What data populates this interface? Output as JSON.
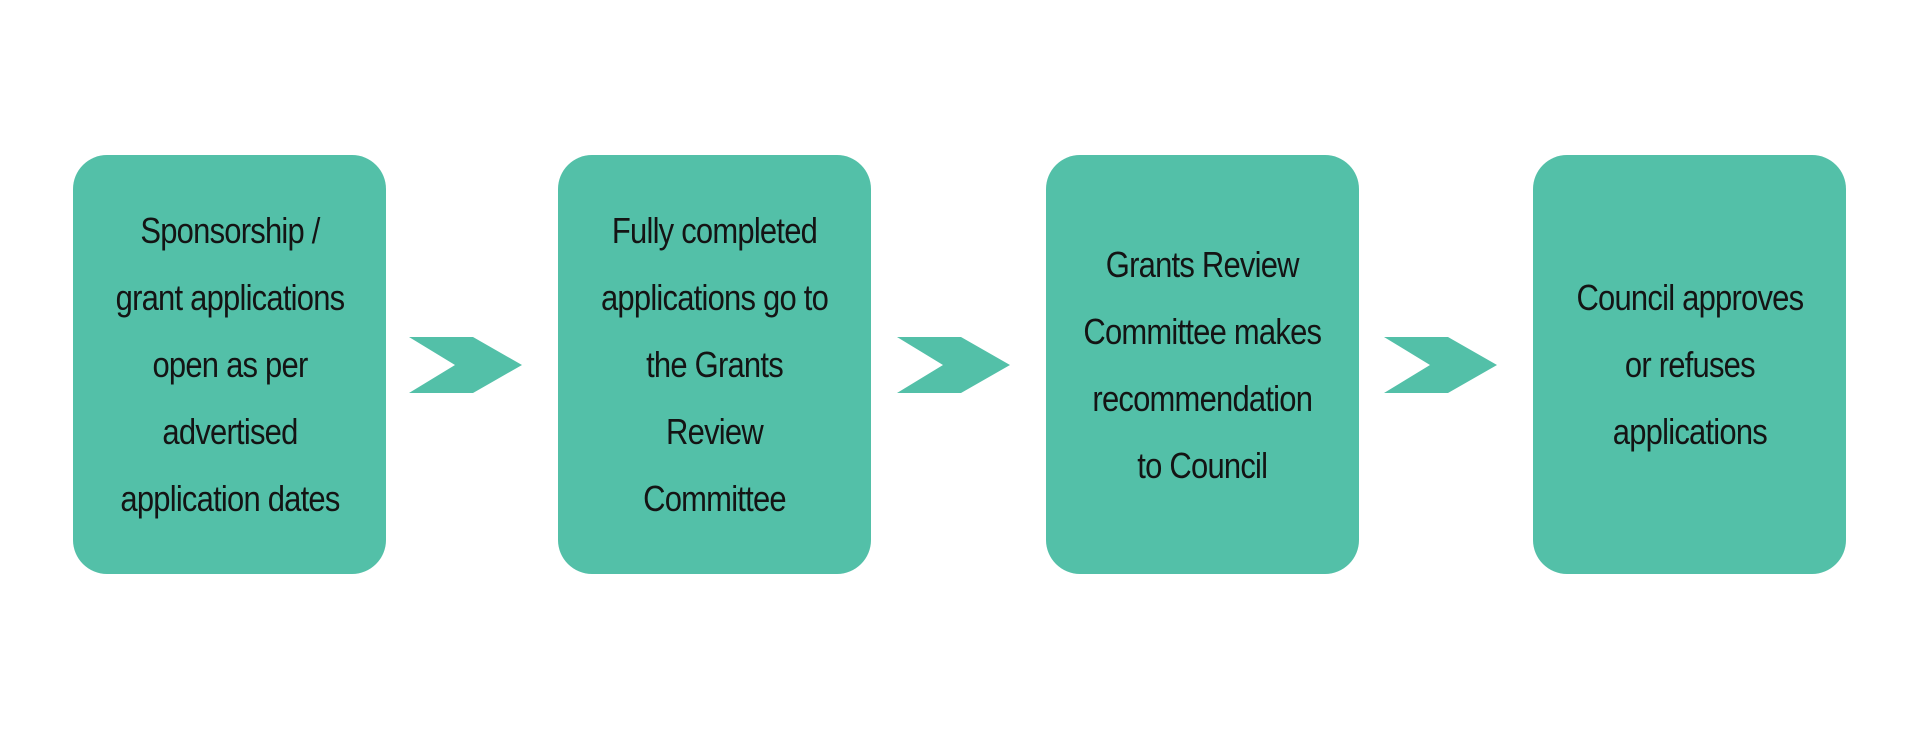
{
  "colors": {
    "box_fill": "#53c0a8",
    "arrow_fill": "#53c0a8",
    "text": "#141414",
    "background": "#ffffff"
  },
  "steps": [
    {
      "label": "Sponsorship /\ngrant applications\nopen as per\nadvertised\napplication dates"
    },
    {
      "label": "Fully completed\napplications go to\nthe Grants Review\nCommittee"
    },
    {
      "label": "Grants Review\nCommittee makes\nrecommendation\nto Council"
    },
    {
      "label": "Council approves\nor refuses\napplications"
    }
  ],
  "connectors": [
    {
      "icon": "chevron-right-icon"
    },
    {
      "icon": "chevron-right-icon"
    },
    {
      "icon": "chevron-right-icon"
    }
  ]
}
